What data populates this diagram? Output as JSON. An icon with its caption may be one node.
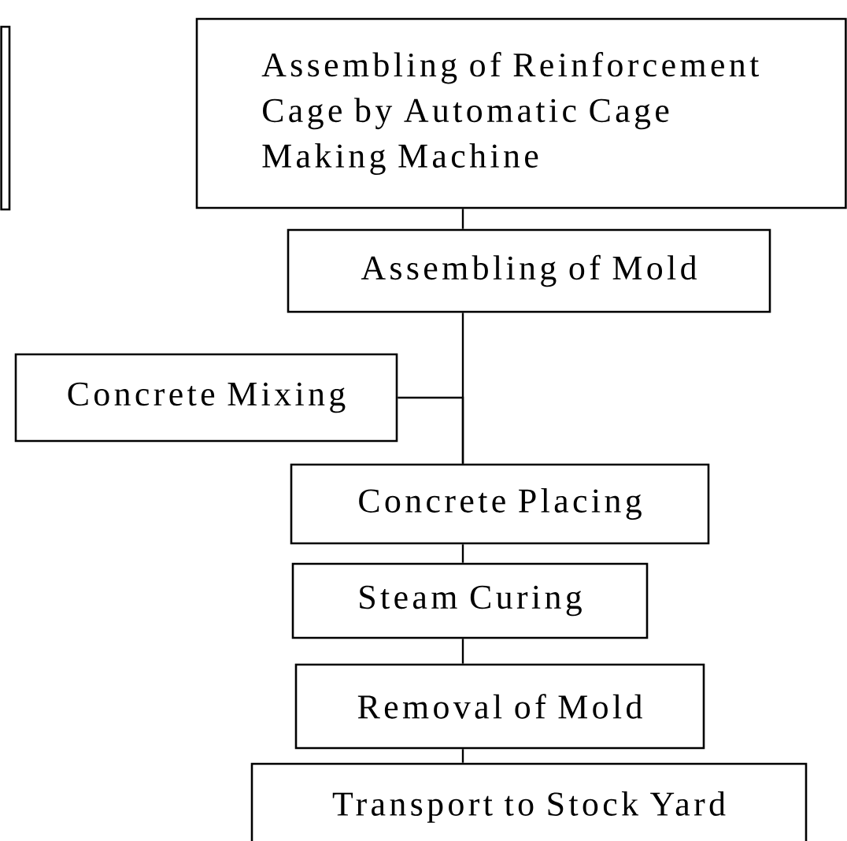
{
  "diagram": {
    "nodes": [
      {
        "text": [],
        "shape": "box"
      },
      {
        "text": [
          "Assembling of Reinforcement Cage by Automatic Cage Making Machine"
        ]
      },
      {
        "text": [
          "Assembling of Mold"
        ]
      },
      {
        "text": [
          "Concrete Mixing"
        ]
      },
      {
        "text": [
          "Concrete Placing"
        ]
      },
      {
        "text": [
          "Steam Curing"
        ]
      },
      {
        "text": [
          "Removal of Mold"
        ]
      },
      {
        "text": [
          "Transport to Stock Yard"
        ]
      }
    ],
    "edges": [
      {
        "from": 1,
        "to": 2,
        "arrow": "none"
      },
      {
        "from": 2,
        "to": 4,
        "arrow": "none"
      },
      {
        "from": 3,
        "to": 4,
        "arrow": "none"
      },
      {
        "from": 4,
        "to": 5,
        "arrow": "none"
      },
      {
        "from": 5,
        "to": 6,
        "arrow": "none"
      },
      {
        "from": 6,
        "to": 7,
        "arrow": "none"
      }
    ]
  }
}
